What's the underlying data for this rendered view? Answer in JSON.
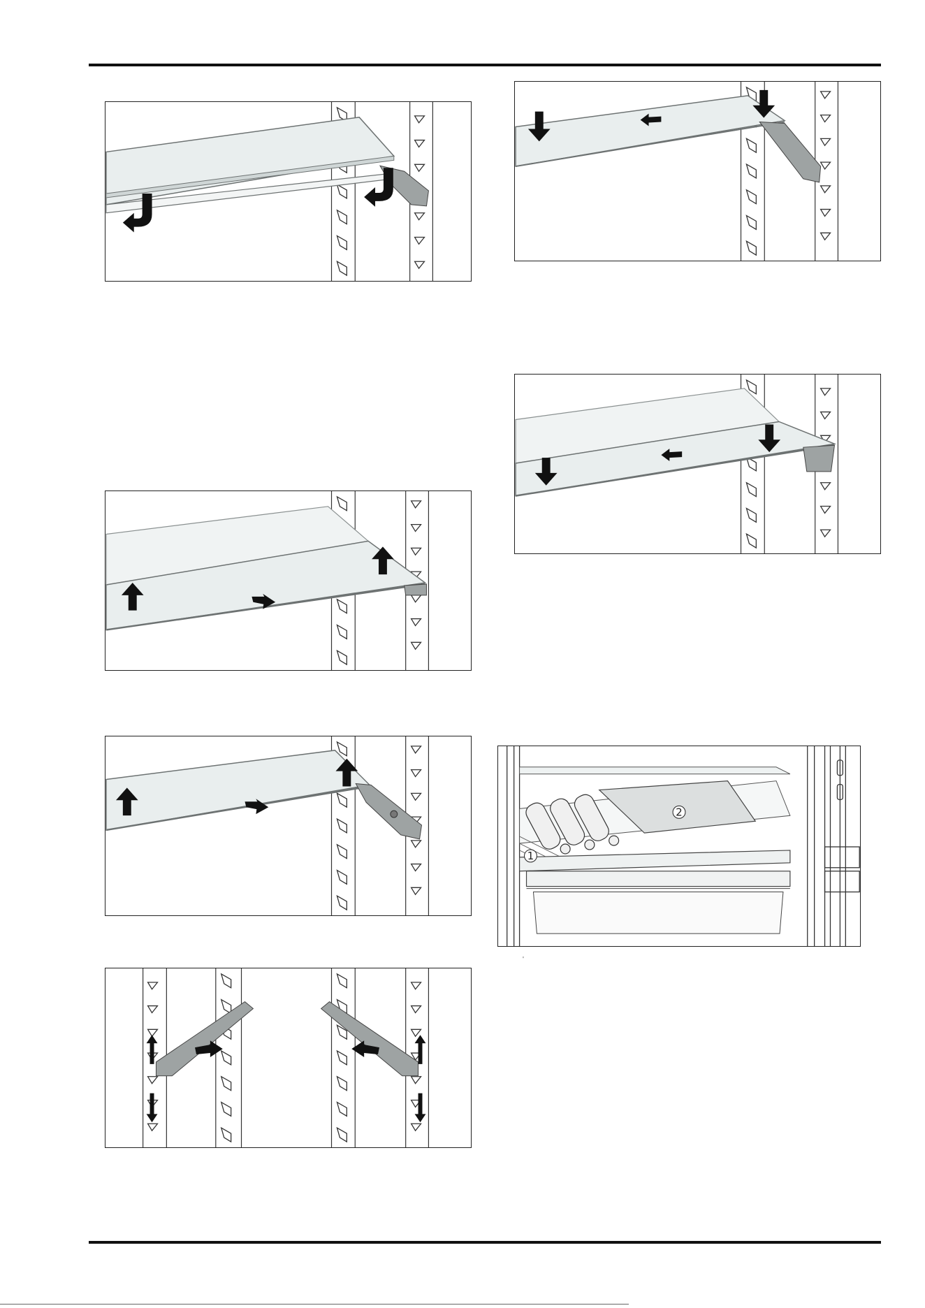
{
  "page": {
    "background": "#ffffff",
    "rule_color": "#111111"
  },
  "figures": [
    {
      "id": "fig-remove-shelf-tilt",
      "arrows": [
        "curved-up-arrow",
        "curved-up-arrow"
      ]
    },
    {
      "id": "fig-insert-shelf-push",
      "arrows": [
        "down-arrow",
        "down-arrow",
        "back-arrow"
      ]
    },
    {
      "id": "fig-lift-shelf-front",
      "arrows": [
        "up-arrow",
        "up-arrow",
        "forward-arrow"
      ]
    },
    {
      "id": "fig-insert-shelf-lower",
      "arrows": [
        "down-arrow",
        "down-arrow",
        "back-arrow"
      ]
    },
    {
      "id": "fig-lift-shelf-pull",
      "arrows": [
        "up-arrow",
        "up-arrow",
        "forward-arrow"
      ]
    },
    {
      "id": "fig-bottle-shelf-callouts",
      "callouts": [
        "1",
        "2"
      ]
    },
    {
      "id": "fig-move-shelf-supports",
      "arrows": [
        "up-down-arrow",
        "up-down-arrow",
        "sideways-arrow",
        "sideways-arrow"
      ]
    }
  ],
  "colors": {
    "glass": "#e9eeee",
    "glass_edge": "#6d7272",
    "support": "#9ea3a3",
    "arrow": "#111111",
    "outline": "#222222"
  }
}
